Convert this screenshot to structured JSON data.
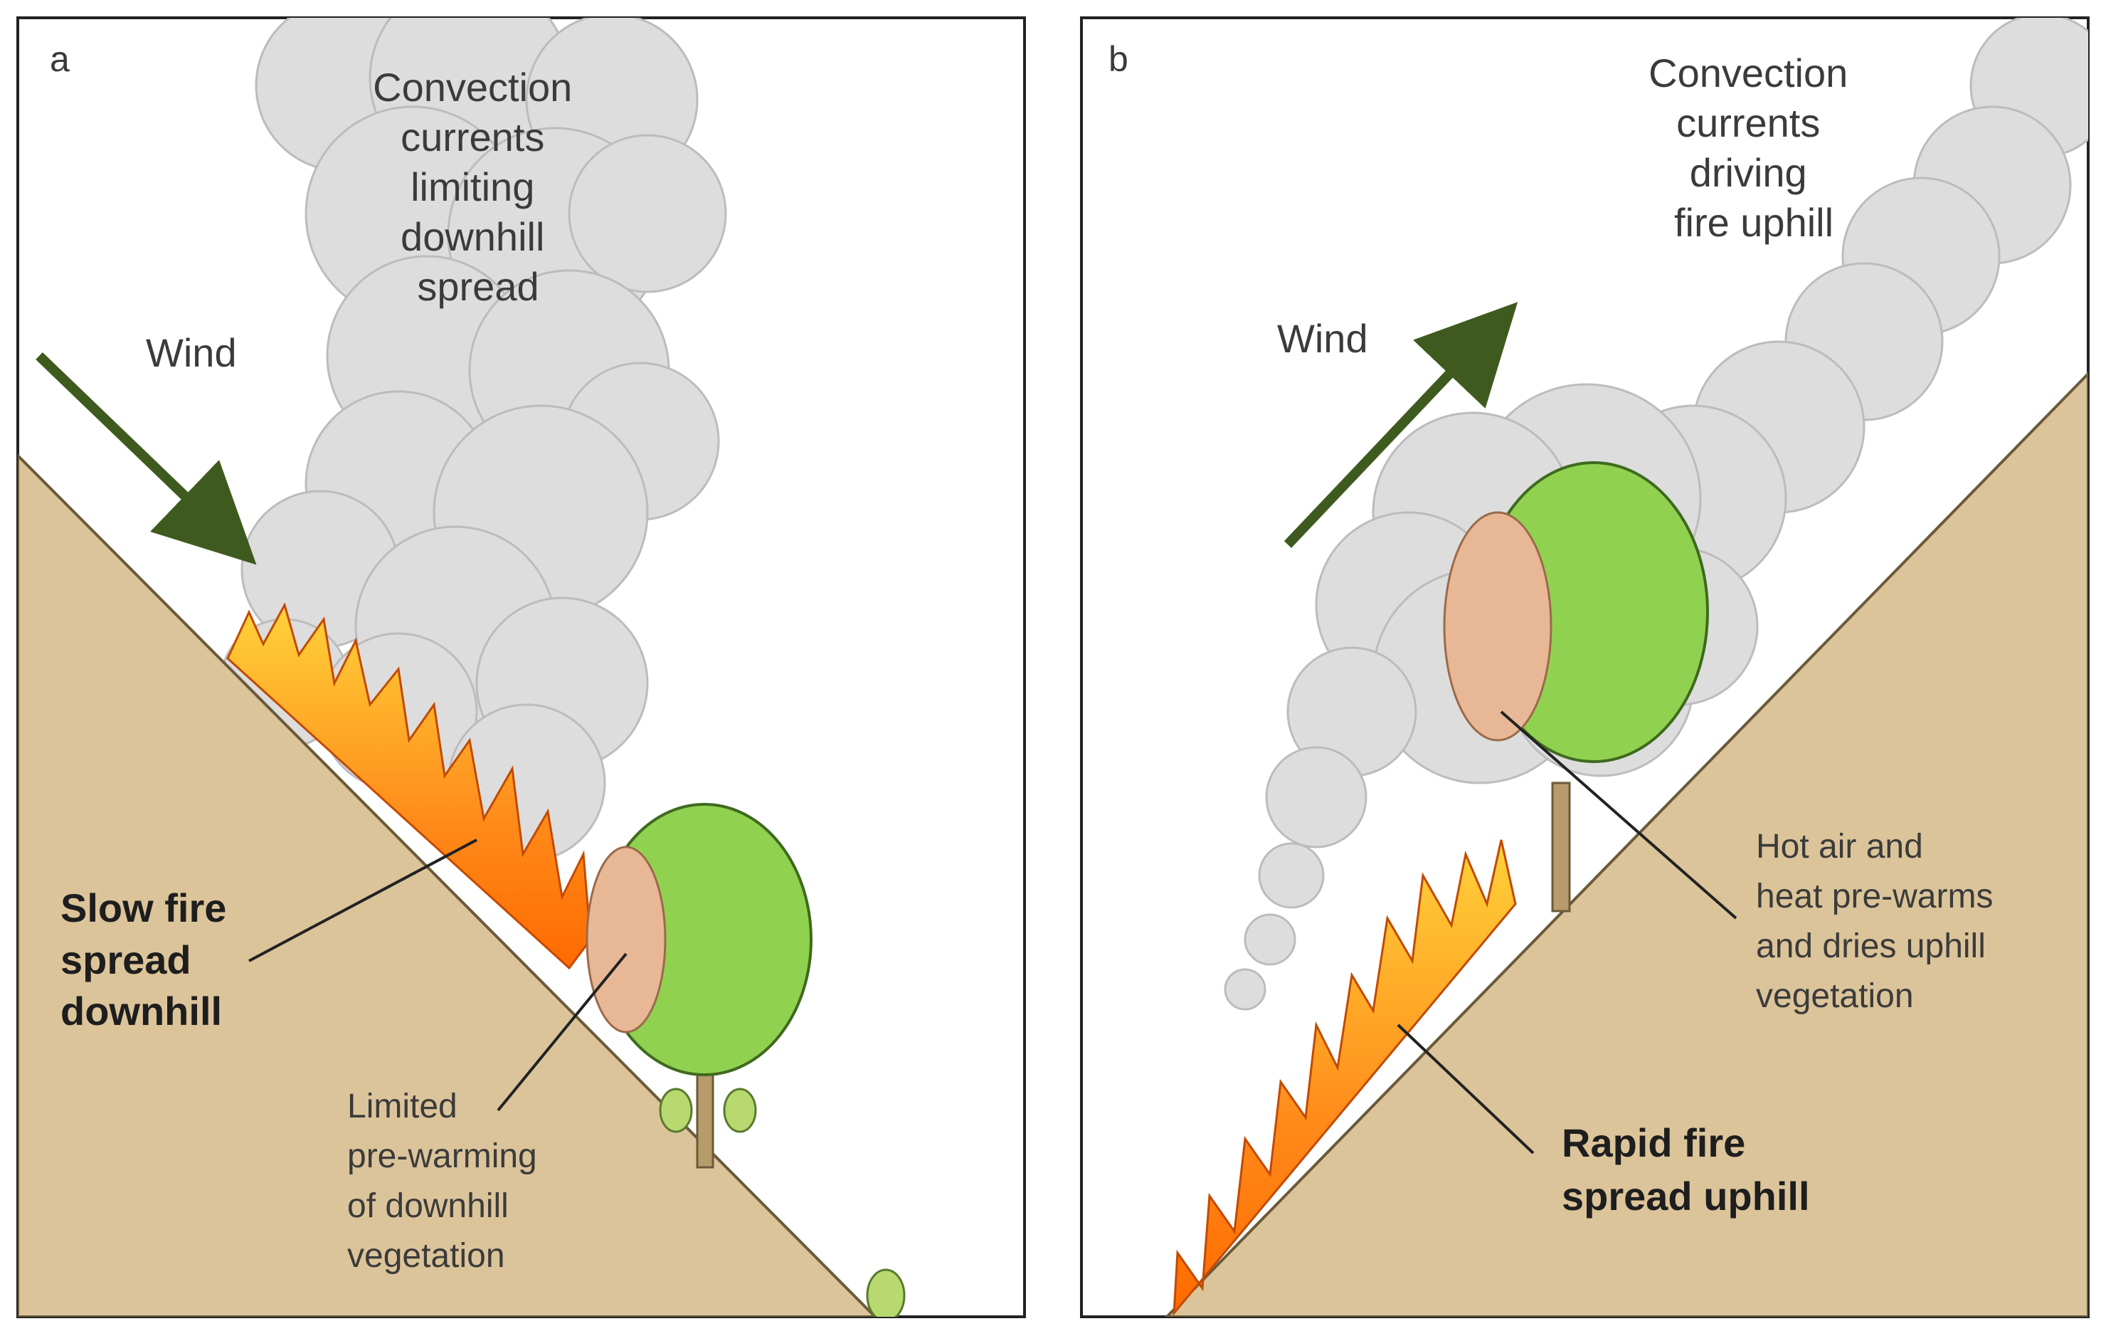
{
  "panel_a": {
    "letter": "a",
    "convection_lines": [
      "Convection",
      "currents",
      "limiting",
      "downhill",
      "spread"
    ],
    "wind": "Wind",
    "fire_lines": [
      "Slow fire",
      "spread",
      "downhill"
    ],
    "prewarm_lines": [
      "Limited",
      "pre-warming",
      "of downhill",
      "vegetation"
    ]
  },
  "panel_b": {
    "letter": "b",
    "convection_lines": [
      "Convection",
      "currents",
      "driving",
      "fire uphill"
    ],
    "wind": "Wind",
    "hot_air_lines": [
      "Hot air and",
      "heat pre-warms",
      "and dries uphill",
      "vegetation"
    ],
    "fire_lines": [
      "Rapid fire",
      "spread uphill"
    ]
  },
  "colors": {
    "ground": "#dcc49a",
    "smoke": "#dcdcdc",
    "fire": "#ff8c1a",
    "tree": "#8fd14f",
    "arrow": "#3f5a1e"
  }
}
